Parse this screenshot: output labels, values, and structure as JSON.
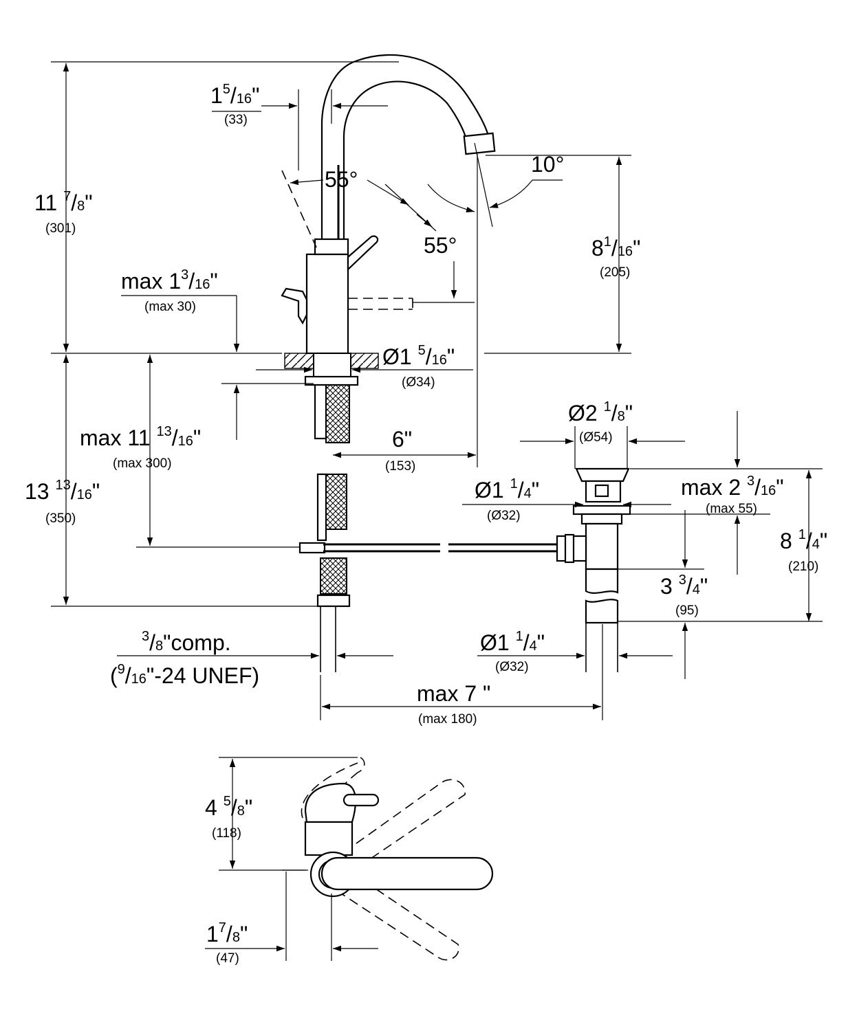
{
  "dims": {
    "spout_gap": {
      "whole": "1",
      "num": "5",
      "den": "16",
      "mark": "\"",
      "mm": "(33)"
    },
    "total_height": {
      "whole": "11 ",
      "num": "7",
      "den": "8",
      "mark": "\"",
      "mm": "(301)"
    },
    "angle_left": {
      "label": "55°"
    },
    "angle_right": {
      "label": "55°"
    },
    "angle_spout": {
      "label": "10°"
    },
    "spout_height": {
      "whole": "8",
      "num": "1",
      "den": "16",
      "mark": "\"",
      "mm": "(205)"
    },
    "deck_max": {
      "prefix": "max ",
      "whole": "1",
      "num": "3",
      "den": "16",
      "mark": "\"",
      "mm": "(max 30)"
    },
    "shank_dia": {
      "whole": "Ø1 ",
      "num": "5",
      "den": "16",
      "mark": "\"",
      "mm": "(Ø34)"
    },
    "hose_max": {
      "prefix": "max ",
      "whole": "11 ",
      "num": "13",
      "den": "16",
      "mark": "\"",
      "mm": "(max 300)"
    },
    "reach": {
      "whole": "6\"",
      "mm": "(153)"
    },
    "below_deck": {
      "whole": "13 ",
      "num": "13",
      "den": "16",
      "mark": "\"",
      "mm": "(350)"
    },
    "drain_flange": {
      "whole": "Ø2 ",
      "num": "1",
      "den": "8",
      "mark": "\"",
      "mm": "(Ø54)"
    },
    "drain_body": {
      "whole": "Ø1 ",
      "num": "1",
      "den": "4",
      "mark": "\"",
      "mm": "(Ø32)"
    },
    "drain_max": {
      "prefix": "max ",
      "whole": "2 ",
      "num": "3",
      "den": "16",
      "mark": "\"",
      "mm": "(max 55)"
    },
    "drain_height": {
      "whole": "8 ",
      "num": "1",
      "den": "4",
      "mark": "\"",
      "mm": "(210)"
    },
    "tail_length": {
      "whole": "3 ",
      "num": "3",
      "den": "4",
      "mark": "\"",
      "mm": "(95)"
    },
    "tail_dia": {
      "whole": "Ø1 ",
      "num": "1",
      "den": "4",
      "mark": "\"",
      "mm": "(Ø32)"
    },
    "connection": {
      "num": "3",
      "den": "8",
      "tail": "\"comp.",
      "line2_open": "(",
      "line2_num": "9",
      "line2_den": "16",
      "line2_tail": "\"-24 UNEF)"
    },
    "drain_distance": {
      "whole": "max 7 \"",
      "mm": "(max 180)"
    },
    "lever_height": {
      "whole": "4 ",
      "num": "5",
      "den": "8",
      "mark": "\"",
      "mm": "(118)"
    },
    "lever_offset": {
      "whole": "1",
      "num": "7",
      "den": "8",
      "mark": "\"",
      "mm": "(47)"
    }
  }
}
